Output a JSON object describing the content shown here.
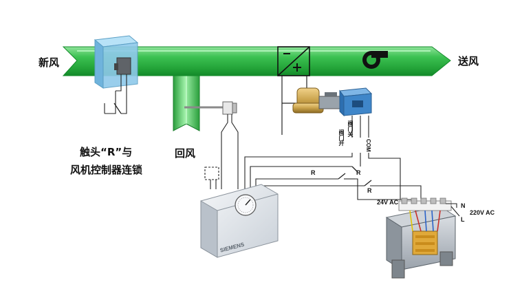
{
  "labels": {
    "fresh_air": "新风",
    "supply_air": "送风",
    "return_air": "回风",
    "interlock_line1": "触头“R”与",
    "interlock_line2": "风机控制器连锁",
    "valve_close": "阀门关",
    "valve_open": "阀门开",
    "com": "COM",
    "relay_r": "R",
    "voltage_24": "24V AC",
    "voltage_220": "220V AC",
    "terminal_n": "N",
    "terminal_l": "L",
    "coil_minus": "−",
    "coil_plus": "+",
    "brand": "SIEMENS"
  },
  "colors": {
    "duct": "#2fb043",
    "duct_dark": "#138a2a",
    "duct_light": "#8fe39a",
    "damper": "#8ec9ea",
    "valve_body": "#c8a14a",
    "actuator": "#3f86c9",
    "wire": "#222222"
  }
}
